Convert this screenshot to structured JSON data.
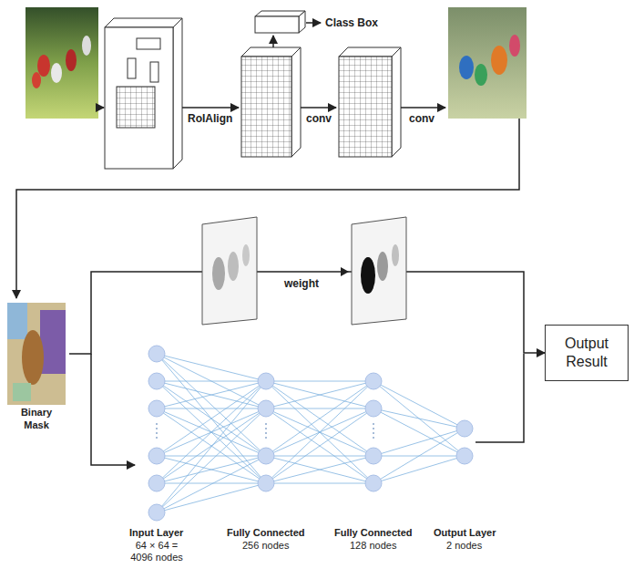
{
  "diagram": {
    "nodes": [
      {
        "text": [
          "Binary Mask"
        ]
      },
      {
        "text": [
          "Output Result"
        ]
      }
    ],
    "edges": [
      {
        "from": 0,
        "to": 1,
        "arrow": "to"
      }
    ],
    "labels": [
      "Class Box",
      "RoIAlign",
      "conv",
      "conv",
      "weight",
      "Input Layer",
      "64 × 64 = 4096 nodes",
      "Fully Connected",
      "256 nodes",
      "Fully Connected",
      "128 nodes",
      "Output Layer",
      "2 nodes"
    ]
  }
}
